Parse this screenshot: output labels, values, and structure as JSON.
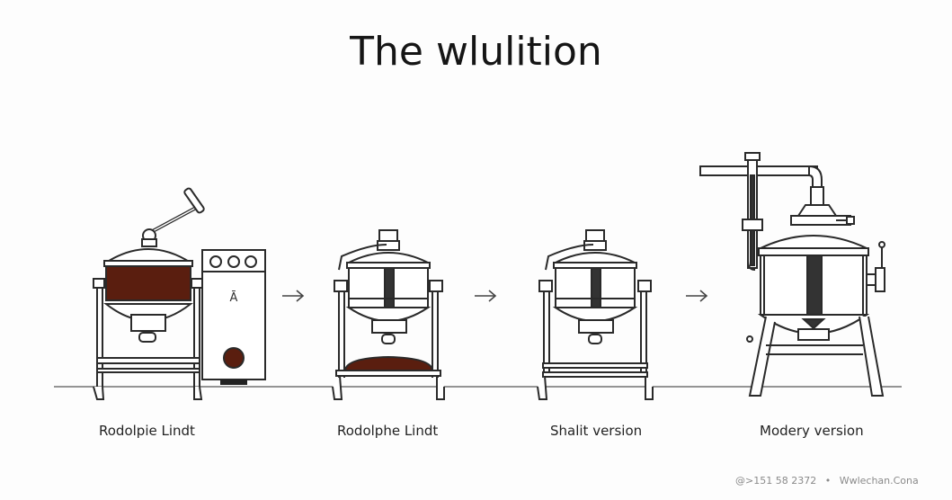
{
  "diagram": {
    "title": "The wlulition",
    "colors": {
      "chocolate": "#5a1e0f",
      "line": "#2a2a2a",
      "background": "#fdfdfd"
    },
    "stages": [
      {
        "label": "Rodolpie Lindt",
        "machine": "conche-with-control-box",
        "contents": "chocolate-filled"
      },
      {
        "label": "Rodolphe Lindt",
        "machine": "tilting-kettle",
        "contents": "chocolate-tray"
      },
      {
        "label": "Shalit version",
        "machine": "tilting-kettle"
      },
      {
        "label": "Modery version",
        "machine": "modern-kettle-with-pipes"
      }
    ],
    "connectors": [
      "arrow-right",
      "arrow-right",
      "arrow-right"
    ],
    "footer": {
      "phone": "@>151 58 2372",
      "separator": "•",
      "site": "Wwlechan.Cona"
    }
  }
}
